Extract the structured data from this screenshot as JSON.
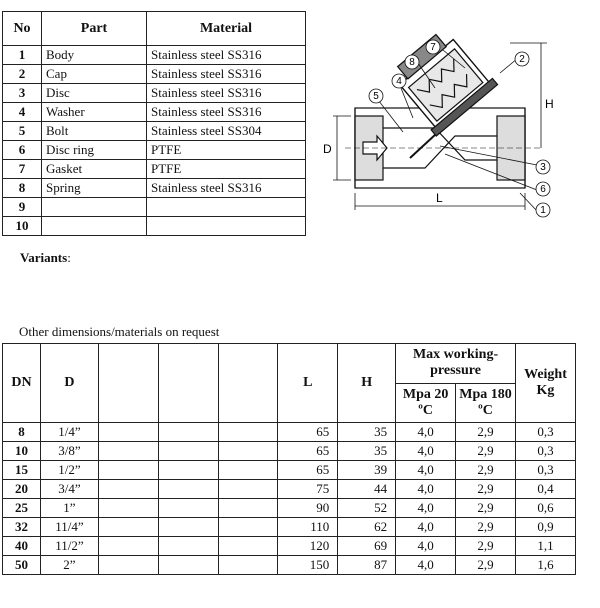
{
  "parts_table": {
    "headers": {
      "no": "No",
      "part": "Part",
      "material": "Material"
    },
    "rows": [
      {
        "no": "1",
        "part": "Body",
        "material": "Stainless steel SS316"
      },
      {
        "no": "2",
        "part": "Cap",
        "material": "Stainless steel SS316"
      },
      {
        "no": "3",
        "part": "Disc",
        "material": "Stainless steel SS316"
      },
      {
        "no": "4",
        "part": "Washer",
        "material": "Stainless steel SS316"
      },
      {
        "no": "5",
        "part": "Bolt",
        "material": "Stainless steel SS304"
      },
      {
        "no": "6",
        "part": "Disc ring",
        "material": "PTFE"
      },
      {
        "no": "7",
        "part": "Gasket",
        "material": "PTFE"
      },
      {
        "no": "8",
        "part": "Spring",
        "material": "Stainless steel SS316"
      },
      {
        "no": "9",
        "part": "",
        "material": ""
      },
      {
        "no": "10",
        "part": "",
        "material": ""
      }
    ]
  },
  "drawing": {
    "callouts": [
      "1",
      "2",
      "3",
      "4",
      "5",
      "6",
      "7",
      "8"
    ],
    "dimension_labels": {
      "d": "D",
      "h": "H",
      "l": "L"
    }
  },
  "variants_label": "Variants",
  "other_note": "Other dimensions/materials on request",
  "dims_table": {
    "headers": {
      "dn": "DN",
      "d": "D",
      "l": "L",
      "h": "H",
      "pressure_group": "Max working-pressure",
      "mpa20": "Mpa 20 ºC",
      "mpa180": "Mpa 180 ºC",
      "weight": "Weight Kg"
    },
    "rows": [
      {
        "dn": "8",
        "d": "1/4”",
        "l": "65",
        "h": "35",
        "p20": "4,0",
        "p180": "2,9",
        "kg": "0,3"
      },
      {
        "dn": "10",
        "d": "3/8”",
        "l": "65",
        "h": "35",
        "p20": "4,0",
        "p180": "2,9",
        "kg": "0,3"
      },
      {
        "dn": "15",
        "d": "1/2”",
        "l": "65",
        "h": "39",
        "p20": "4,0",
        "p180": "2,9",
        "kg": "0,3"
      },
      {
        "dn": "20",
        "d": "3/4”",
        "l": "75",
        "h": "44",
        "p20": "4,0",
        "p180": "2,9",
        "kg": "0,4"
      },
      {
        "dn": "25",
        "d": "1”",
        "l": "90",
        "h": "52",
        "p20": "4,0",
        "p180": "2,9",
        "kg": "0,6"
      },
      {
        "dn": "32",
        "d": "11/4”",
        "l": "110",
        "h": "62",
        "p20": "4,0",
        "p180": "2,9",
        "kg": "0,9"
      },
      {
        "dn": "40",
        "d": "11/2”",
        "l": "120",
        "h": "69",
        "p20": "4,0",
        "p180": "2,9",
        "kg": "1,1"
      },
      {
        "dn": "50",
        "d": "2”",
        "l": "150",
        "h": "87",
        "p20": "4,0",
        "p180": "2,9",
        "kg": "1,6"
      }
    ]
  }
}
